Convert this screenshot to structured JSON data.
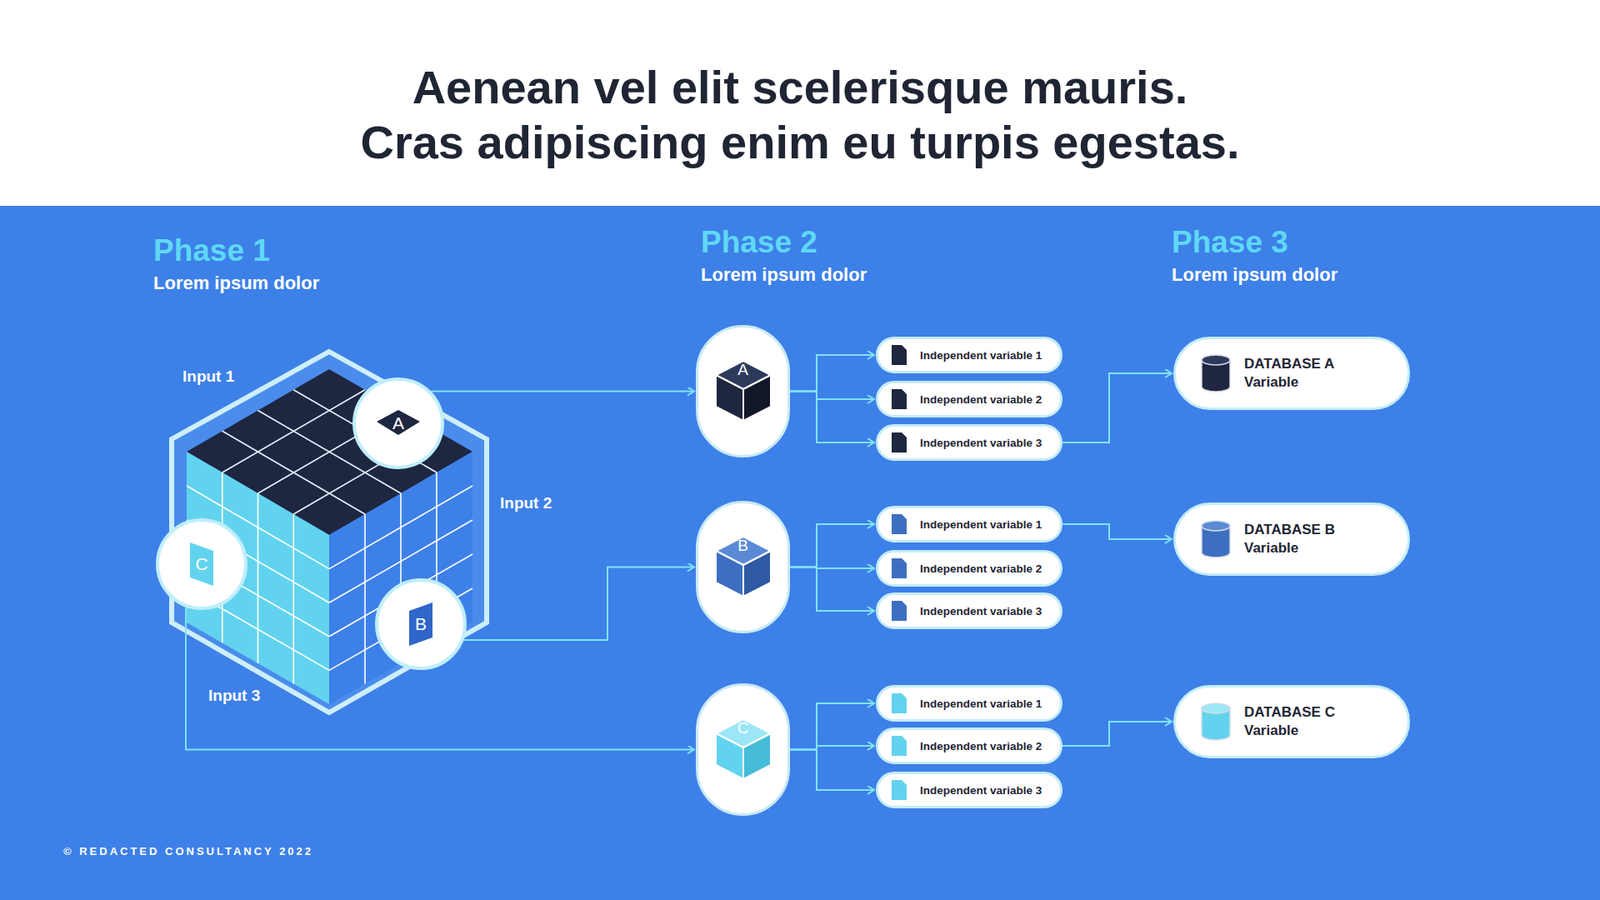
{
  "diagram": {
    "title": "Aenean vel elit scelerisque mauris. Cras adipiscing enim eu turpis egestas.",
    "nodes": [
      {
        "text": [
          "A"
        ]
      },
      {
        "text": [
          "B"
        ]
      },
      {
        "text": [
          "C"
        ]
      },
      {
        "text": [
          "A"
        ]
      },
      {
        "text": [
          "Independent variable 1"
        ]
      },
      {
        "text": [
          "Independent variable 2"
        ]
      },
      {
        "text": [
          "Independent variable 3"
        ]
      },
      {
        "text": [
          "DATABASE A",
          "Variable"
        ]
      },
      {
        "text": [
          "B"
        ]
      },
      {
        "text": [
          "Independent variable 1"
        ]
      },
      {
        "text": [
          "Independent variable 2"
        ]
      },
      {
        "text": [
          "Independent variable 3"
        ]
      },
      {
        "text": [
          "DATABASE B",
          "Variable"
        ]
      },
      {
        "text": [
          "C"
        ]
      },
      {
        "text": [
          "Independent variable 1"
        ]
      },
      {
        "text": [
          "Independent variable 2"
        ]
      },
      {
        "text": [
          "Independent variable 3"
        ]
      },
      {
        "text": [
          "DATABASE C",
          "Variable"
        ]
      }
    ],
    "edges": [
      {
        "from": 0,
        "to": 3,
        "arrow": "to"
      },
      {
        "from": 1,
        "to": 8,
        "arrow": "to"
      },
      {
        "from": 2,
        "to": 13,
        "arrow": "to"
      },
      {
        "from": 3,
        "to": 4,
        "arrow": "to"
      },
      {
        "from": 3,
        "to": 5,
        "arrow": "to"
      },
      {
        "from": 3,
        "to": 6,
        "arrow": "to"
      },
      {
        "from": 6,
        "to": 7,
        "arrow": "to"
      },
      {
        "from": 8,
        "to": 9,
        "arrow": "to"
      },
      {
        "from": 8,
        "to": 10,
        "arrow": "to"
      },
      {
        "from": 8,
        "to": 11,
        "arrow": "to"
      },
      {
        "from": 9,
        "to": 12,
        "arrow": "to"
      },
      {
        "from": 13,
        "to": 14,
        "arrow": "to"
      },
      {
        "from": 13,
        "to": 15,
        "arrow": "to"
      },
      {
        "from": 13,
        "to": 16,
        "arrow": "to"
      },
      {
        "from": 15,
        "to": 17,
        "arrow": "to"
      }
    ],
    "labels": [
      "Phase 1",
      "Lorem ipsum dolor",
      "Phase 2",
      "Lorem ipsum dolor",
      "Phase 3",
      "Lorem ipsum dolor",
      "Input 1",
      "Input 2",
      "Input 3",
      "© REDACTED CONSULTANCY 2022"
    ]
  }
}
